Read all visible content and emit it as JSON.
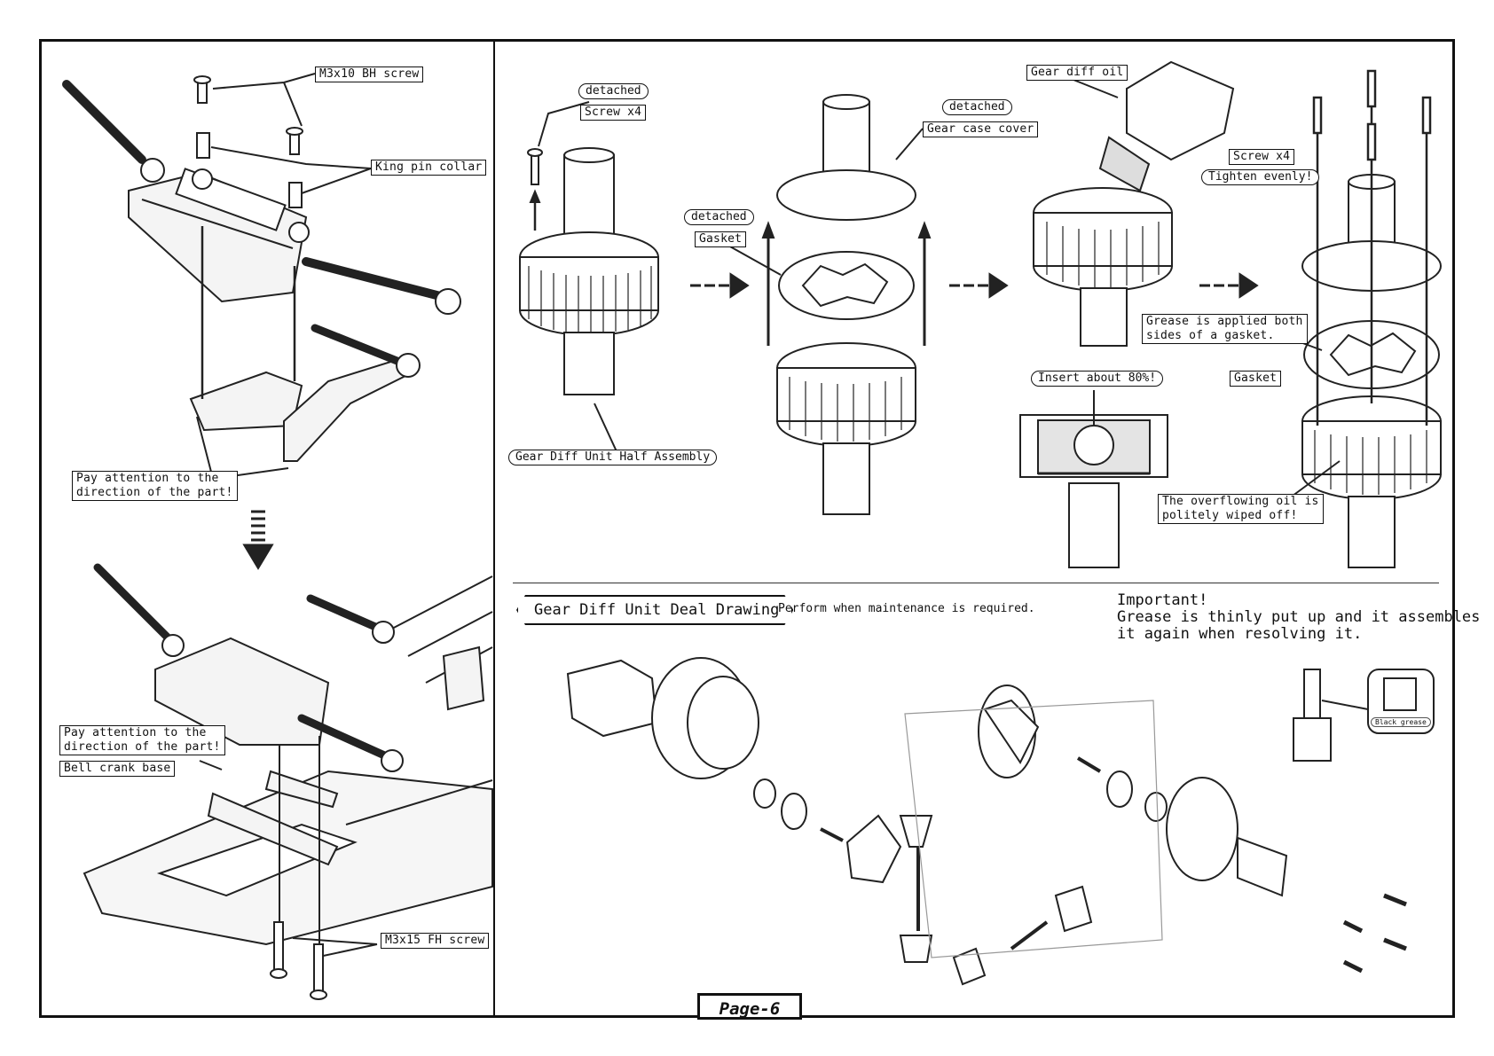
{
  "panel_left": {
    "m3x10_label": "M3x10 BH screw",
    "king_pin_label": "King pin collar",
    "attention_top": [
      "Pay attention to the",
      "direction of the part!"
    ],
    "attention_bottom": [
      "Pay attention to the",
      "direction of the part!"
    ],
    "bell_crank_label": "Bell crank base",
    "m3x15_label": "M3x15 FH screw"
  },
  "panel_right": {
    "step1_detached": "detached",
    "step1_screw": "Screw x4",
    "step1_caption": "Gear Diff Unit Half Assembly",
    "step2_detached_cover": "detached",
    "step2_gear_case": "Gear case cover",
    "step2_detached_gasket": "detached",
    "step2_gasket": "Gasket",
    "step3_oil": "Gear diff oil",
    "step3_insert": "Insert about 80%!",
    "step4_screw": "Screw x4",
    "step4_tighten": "Tighten evenly!",
    "step4_grease": [
      "Grease is applied both",
      "sides of a gasket."
    ],
    "step4_gasket": "Gasket",
    "step4_overflow": [
      "The overflowing oil is",
      "politely wiped off!"
    ]
  },
  "deal_drawing": {
    "title": "Gear Diff Unit Deal Drawing",
    "note": "Perform when maintenance is required.",
    "important_lines": [
      "Important!",
      "Grease is thinly put up and it assembles",
      "it again when resolving it."
    ],
    "grease_label": "Black grease"
  },
  "page_label": "Page-6"
}
